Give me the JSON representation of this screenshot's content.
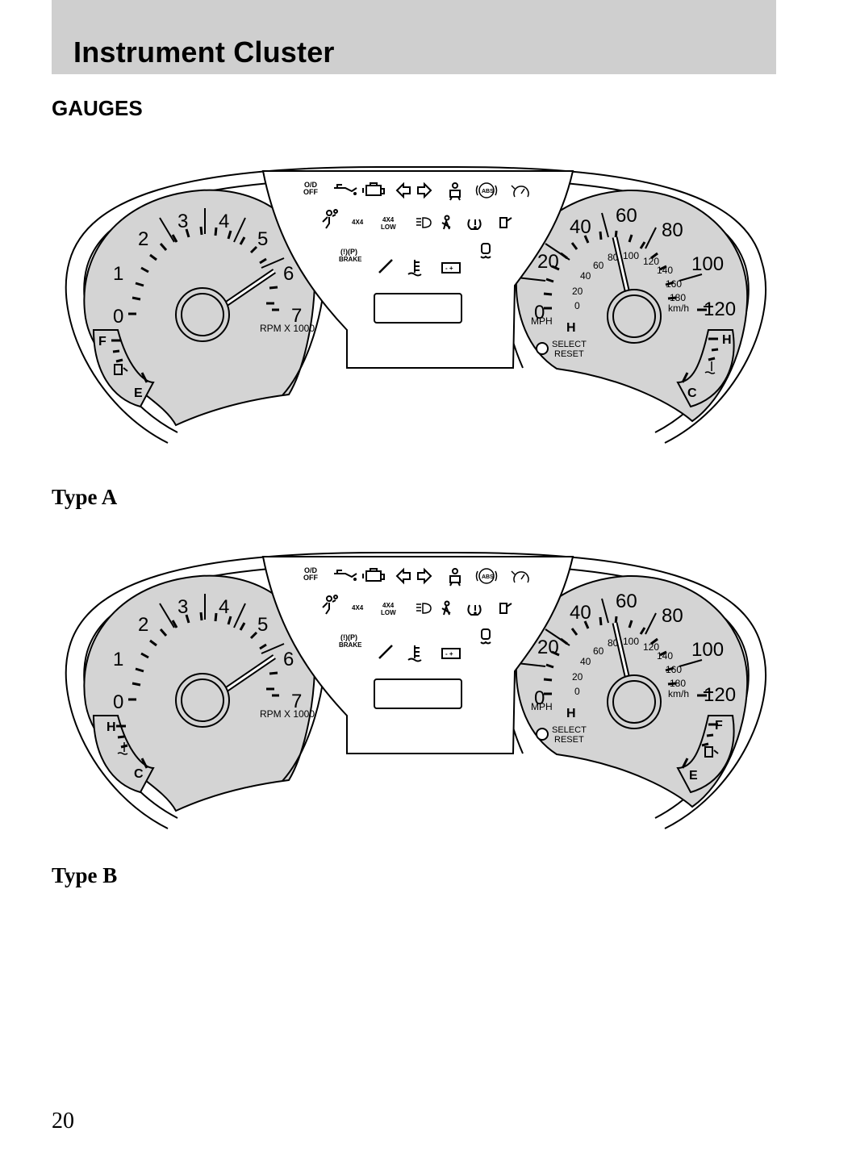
{
  "header": {
    "title": "Instrument Cluster"
  },
  "section": {
    "heading": "GAUGES"
  },
  "colors": {
    "header_bar": "#cfcfcf",
    "gauge_face": "#d4d4d4",
    "ink": "#000000"
  },
  "tachometer": {
    "numbers": [
      "0",
      "1",
      "2",
      "3",
      "4",
      "5",
      "6",
      "7"
    ],
    "unit_label": "RPM X 1000"
  },
  "speedometer": {
    "mph_numbers": [
      "0",
      "20",
      "40",
      "60",
      "80",
      "100",
      "120"
    ],
    "kmh_numbers": [
      "0",
      "20",
      "40",
      "60",
      "80",
      "100",
      "120",
      "140",
      "160",
      "180"
    ],
    "mph_label": "MPH",
    "kmh_label": "km/h",
    "select_reset": [
      "SELECT",
      "RESET"
    ],
    "h_label": "H"
  },
  "warning_panel": {
    "od_off": [
      "O/D",
      "OFF"
    ],
    "four_x_four": "4X4",
    "four_x_four_low": [
      "4X4",
      "LOW"
    ],
    "brake_symbol": "(!)(P)",
    "brake_label": "BRAKE",
    "abs_label": "ABS",
    "battery_terminals": "- +",
    "icons_row1": [
      "oil-can-icon",
      "check-engine-icon",
      "turn-left-arrow-icon",
      "turn-right-arrow-icon",
      "seated-passenger-icon",
      "abs-icon",
      "speed-control-icon"
    ],
    "icons_row2": [
      "airbag-icon",
      "headlamp-icon",
      "seatbelt-icon",
      "tire-pressure-icon",
      "door-ajar-icon"
    ],
    "icons_row3": [
      "wrench-icon",
      "coolant-temperature-icon",
      "battery-icon",
      "traction-control-icon"
    ]
  },
  "side_gauges": {
    "fuel": [
      "F",
      "E"
    ],
    "temperature": [
      "H",
      "C"
    ]
  },
  "figures": [
    {
      "caption": "Type A"
    },
    {
      "caption": "Type B"
    }
  ],
  "page_number": "20"
}
